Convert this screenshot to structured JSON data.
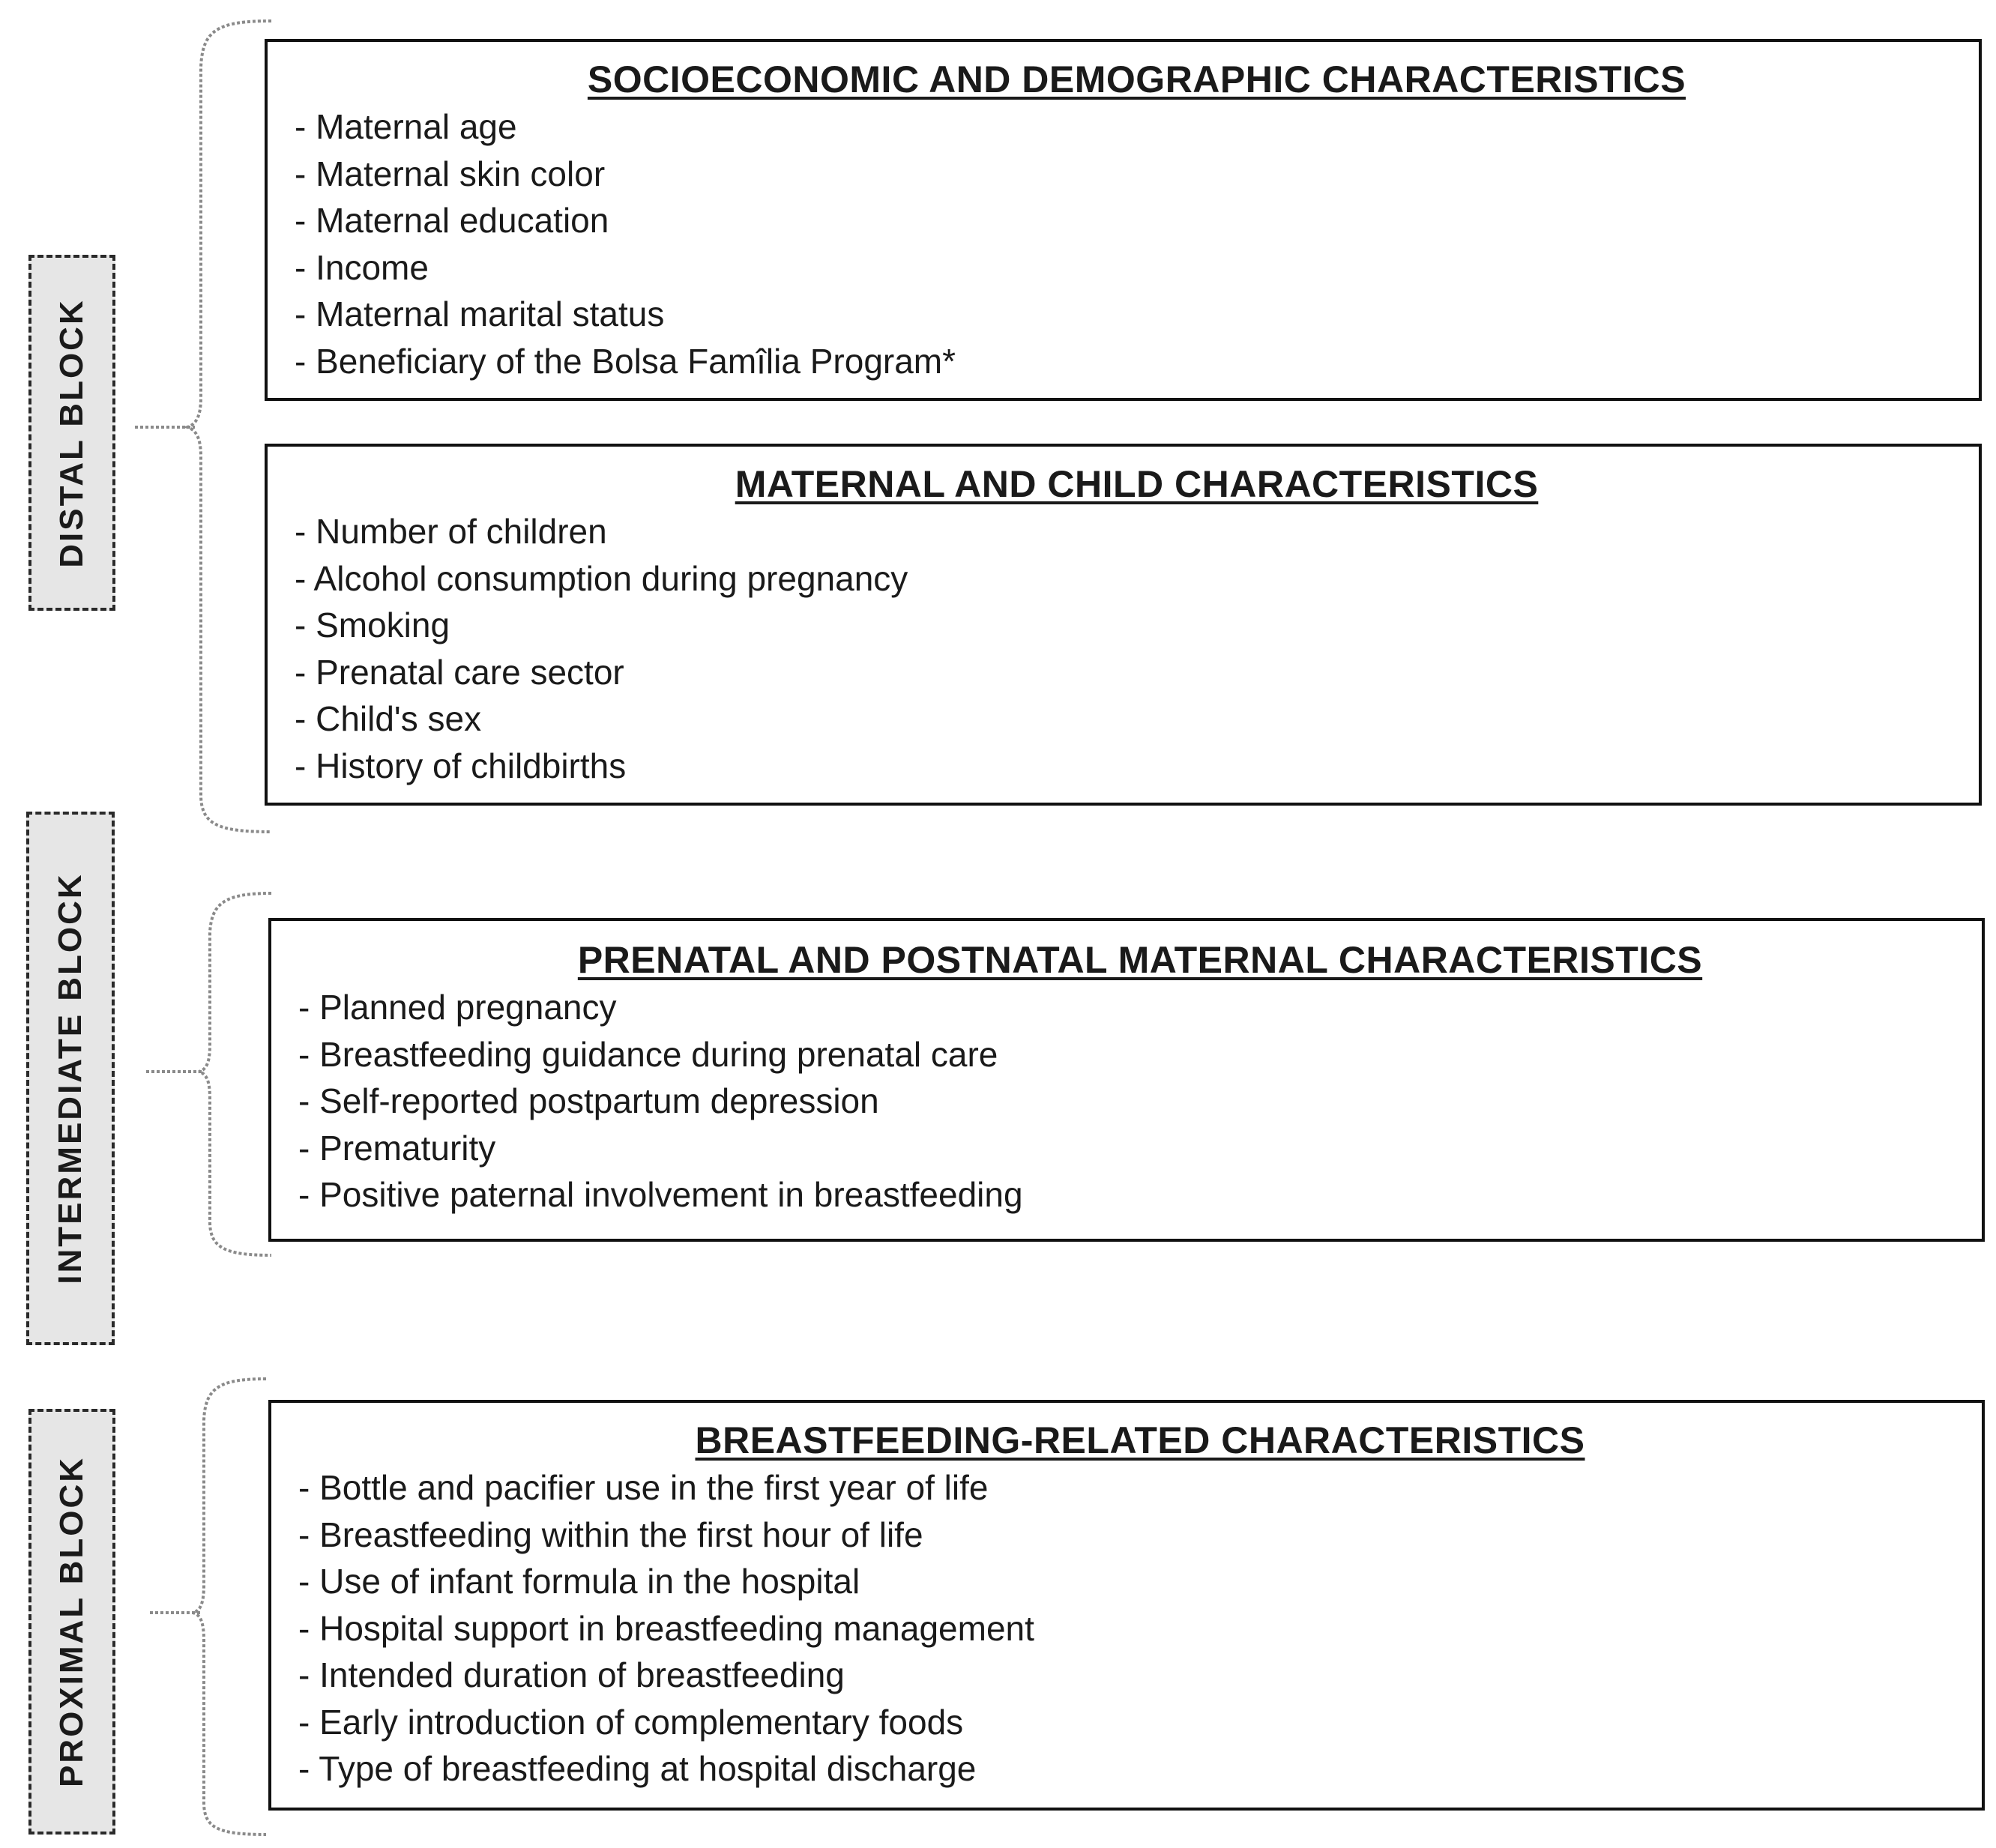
{
  "blocks": {
    "distal": {
      "label": "DISTAL BLOCK",
      "boxes": [
        {
          "title": "SOCIOECONOMIC AND DEMOGRAPHIC CHARACTERISTICS",
          "items": [
            "- Maternal age",
            "- Maternal skin color",
            "- Maternal education",
            "- Income",
            "- Maternal marital status",
            "- Beneficiary of the Bolsa Famîlia Program*"
          ]
        },
        {
          "title": "MATERNAL AND CHILD CHARACTERISTICS",
          "items": [
            "- Number of children",
            "- Alcohol consumption during pregnancy",
            "- Smoking",
            "- Prenatal care sector",
            "- Child's sex",
            "- History of childbirths"
          ]
        }
      ]
    },
    "intermediate": {
      "label": "INTERMEDIATE BLOCK",
      "boxes": [
        {
          "title": "PRENATAL AND POSTNATAL MATERNAL CHARACTERISTICS",
          "items": [
            "- Planned pregnancy",
            "- Breastfeeding guidance during prenatal care",
            "- Self-reported postpartum depression",
            "- Prematurity",
            "- Positive paternal involvement in breastfeeding"
          ]
        }
      ]
    },
    "proximal": {
      "label": "PROXIMAL BLOCK",
      "boxes": [
        {
          "title": "BREASTFEEDING-RELATED CHARACTERISTICS",
          "items": [
            "- Bottle and pacifier use in the first year of life",
            "- Breastfeeding within the first hour of life",
            "- Use of infant formula in the hospital",
            "- Hospital support in breastfeeding management",
            "- Intended duration of breastfeeding",
            "- Early introduction of complementary foods",
            "- Type of breastfeeding at hospital discharge"
          ]
        }
      ]
    }
  }
}
